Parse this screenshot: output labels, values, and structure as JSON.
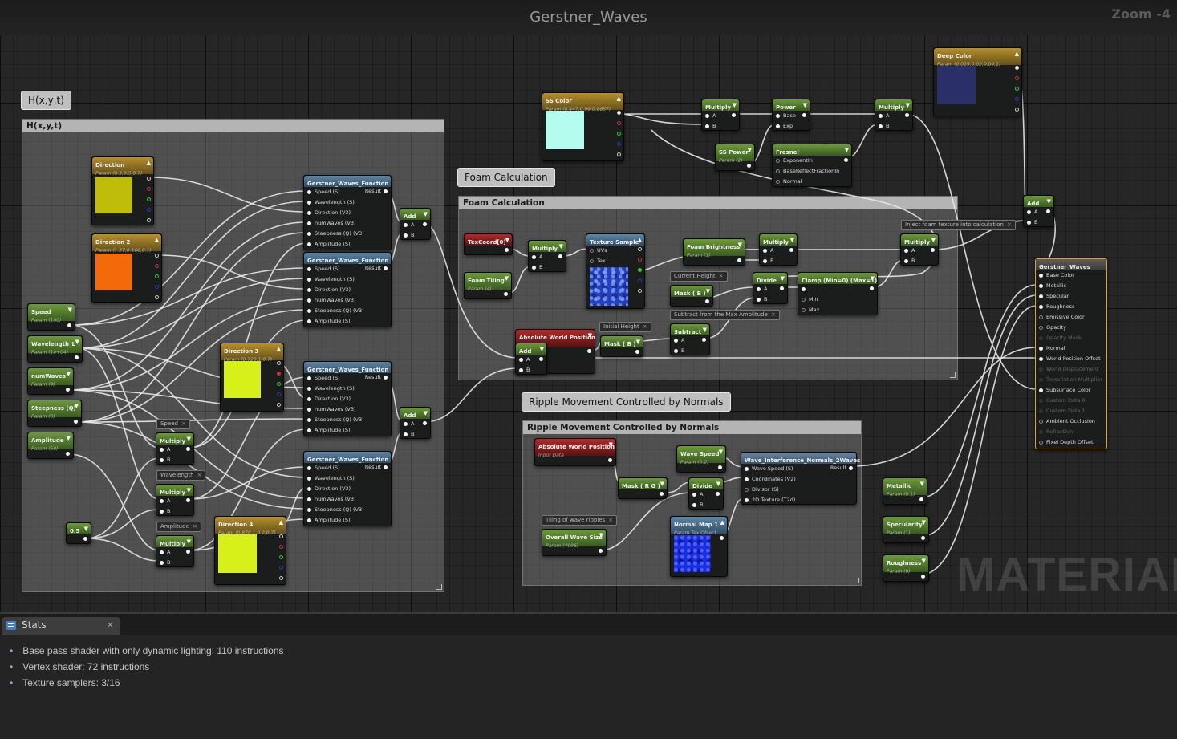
{
  "graph": {
    "title": "Gerstner_Waves",
    "zoom": "Zoom -4",
    "watermark": "MATERIAL"
  },
  "comments": {
    "hxyt": {
      "bubble": "H(x,y,t)",
      "header": "H(x,y,t)"
    },
    "foam": {
      "bubble": "Foam Calculation",
      "header": "Foam Calculation"
    },
    "ripple": {
      "bubble": "Ripple Movement Controlled by Normals",
      "header": "Ripple Movement Controlled by Normals"
    }
  },
  "notes": {
    "speed": "Speed",
    "wavelength": "Wavelength",
    "amplitude": "Amplitude",
    "current_height": "Current Height",
    "initial_height": "Initial Height",
    "subtract_note": "Subtract from the Max Amplitude",
    "inject_note": "Inject foam texture into calculation",
    "tiling_note": "Tiling of wave ripples"
  },
  "nodes": {
    "direction": {
      "title": "Direction",
      "sub": "Param (0.3,0.5,0.7)",
      "color": "#c0bd0a"
    },
    "direction2": {
      "title": "Direction 2",
      "sub": "Param (1.27,0.166,0.1)",
      "color": "#f26a0a"
    },
    "direction3": {
      "title": "Direction 3",
      "sub": "Param (0.728,1,0.7)",
      "color": "#d8f01a"
    },
    "direction4": {
      "title": "Direction 4",
      "sub": "Param (0.878,1,0.2,0.7)",
      "color": "#d8f01a"
    },
    "speed": {
      "title": "Speed",
      "sub": "Param (100)"
    },
    "wavelength": {
      "title": "Wavelength_L",
      "sub": "Param (1e+04)"
    },
    "numwaves": {
      "title": "numWaves",
      "sub": "Param (4)"
    },
    "steepness": {
      "title": "Steepness (Q)",
      "sub": "Param (0)"
    },
    "amplitude": {
      "title": "Amplitude",
      "sub": "Param (50)"
    },
    "half": {
      "title": "0.5"
    },
    "gwf": {
      "title": "Gerstner_Waves_Function",
      "result": "Result",
      "inputs": [
        "Speed (S)",
        "Wavelength (S)",
        "Direction (V3)",
        "numWaves (V3)",
        "Steepness (Q) (V3)",
        "Amplitude (S)"
      ]
    },
    "add": {
      "title": "Add",
      "a": "A",
      "b": "B"
    },
    "multiply": {
      "title": "Multiply",
      "a": "A",
      "b": "B"
    },
    "ss_color": {
      "title": "SS Color",
      "sub": "Param (0.447,0.99,0.8657)",
      "color": "#b4fdee"
    },
    "ss_power": {
      "title": "SS Power",
      "sub": "Param (2)"
    },
    "power": {
      "title": "Power",
      "base": "Base",
      "exp": "Exp"
    },
    "fresnel": {
      "title": "Fresnel",
      "inputs": [
        "ExponentIn",
        "BaseReflectFractionIn",
        "Normal"
      ]
    },
    "deep_color": {
      "title": "Deep Color",
      "sub": "Param (0.019,0.02,0.09,1)",
      "color": "#2a2f6a"
    },
    "texcoord": {
      "title": "TexCoord[0]"
    },
    "foam_tiling": {
      "title": "Foam Tiling",
      "sub": "Param (4)"
    },
    "texture_sample": {
      "title": "Texture Sample",
      "uvs": "UVs",
      "tex": "Tex"
    },
    "foam_brightness": {
      "title": "Foam Brightness",
      "sub": "Param (1)"
    },
    "mask_b": {
      "title": "Mask ( B )"
    },
    "divide": {
      "title": "Divide",
      "a": "A",
      "b": "B"
    },
    "clamp": {
      "title": "Clamp (Min=0) (Max=1)",
      "min": "Min",
      "max": "Max"
    },
    "abs_world": {
      "title": "Absolute World Position",
      "sub": "Input Data"
    },
    "subtract": {
      "title": "Subtract",
      "a": "A",
      "b": "B"
    },
    "mask_rg": {
      "title": "Mask ( R G )"
    },
    "wave_speed": {
      "title": "Wave Speed",
      "sub": "Param (0.2)"
    },
    "wave_interf": {
      "title": "Wave_Interference_Normals_2Waves",
      "result": "Result",
      "inputs": [
        "Wave Speed (S)",
        "Coordinates (V2)",
        "Divisor (S)",
        "2D Texture (T2d)"
      ]
    },
    "overall_wave": {
      "title": "Overall Wave Size",
      "sub": "Param (4096)"
    },
    "normal_map": {
      "title": "Normal Map 1",
      "sub": "Param Tex Object"
    },
    "metallic": {
      "title": "Metallic",
      "sub": "Param (0.1)"
    },
    "specularity": {
      "title": "Specularity",
      "sub": "Param (1)"
    },
    "roughness": {
      "title": "Roughness",
      "sub": "Param (0)"
    },
    "output": {
      "title": "Gerstner_Waves",
      "pins": [
        {
          "label": "Base Color",
          "enabled": true
        },
        {
          "label": "Metallic",
          "enabled": true
        },
        {
          "label": "Specular",
          "enabled": true
        },
        {
          "label": "Roughness",
          "enabled": true
        },
        {
          "label": "Emissive Color",
          "enabled": true
        },
        {
          "label": "Opacity",
          "enabled": true
        },
        {
          "label": "Opacity Mask",
          "enabled": false
        },
        {
          "label": "Normal",
          "enabled": true
        },
        {
          "label": "World Position Offset",
          "enabled": true
        },
        {
          "label": "World Displacement",
          "enabled": false
        },
        {
          "label": "Tessellation Multiplier",
          "enabled": false
        },
        {
          "label": "Subsurface Color",
          "enabled": true
        },
        {
          "label": "Custom Data 0",
          "enabled": false
        },
        {
          "label": "Custom Data 1",
          "enabled": false
        },
        {
          "label": "Ambient Occlusion",
          "enabled": true
        },
        {
          "label": "Refraction",
          "enabled": false
        },
        {
          "label": "Pixel Depth Offset",
          "enabled": true
        }
      ]
    }
  },
  "panel": {
    "tab_label": "Stats",
    "close": "×",
    "stats": [
      "Base pass shader with only dynamic lighting: 110 instructions",
      "Vertex shader: 72 instructions",
      "Texture samplers: 3/16"
    ]
  }
}
